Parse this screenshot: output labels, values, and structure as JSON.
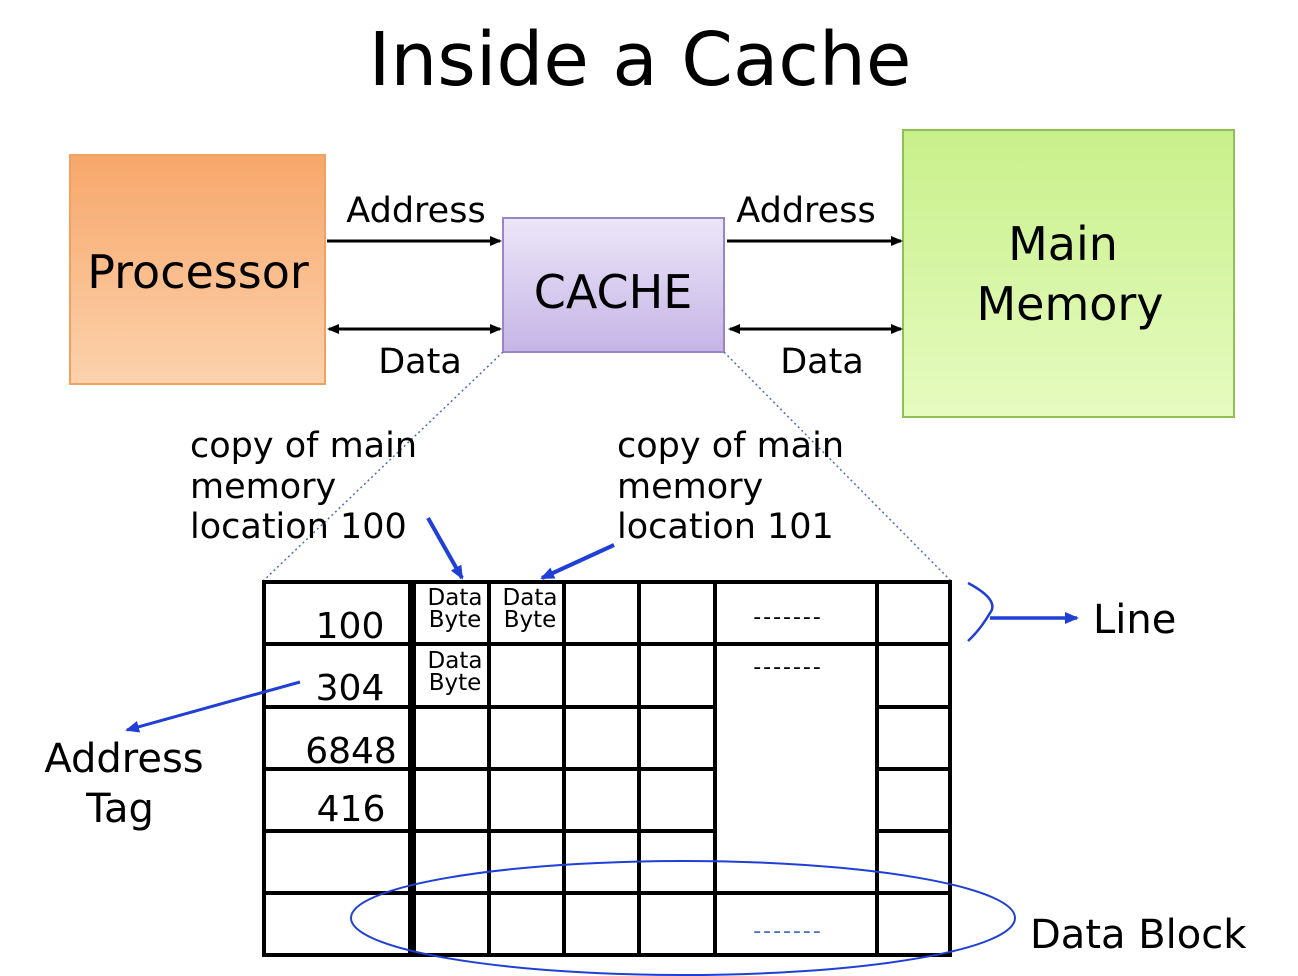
{
  "title": "Inside a Cache",
  "blocks": {
    "processor": {
      "label": "Processor",
      "fill": "#f9c08e",
      "stroke": "#f0a060"
    },
    "cache": {
      "label": "CACHE",
      "fill": "#d6c9ee",
      "stroke": "#9a86c7"
    },
    "main_memory": {
      "line1": "Main",
      "line2": "Memory",
      "fill": "#d9f7a6",
      "stroke": "#8fbf55"
    }
  },
  "arrows": {
    "proc_cache_address": "Address",
    "proc_cache_data": "Data",
    "cache_mem_address": "Address",
    "cache_mem_data": "Data"
  },
  "notes": {
    "loc100": {
      "line1": "copy of main",
      "line2": "memory",
      "line3": "location 100"
    },
    "loc101": {
      "line1": "copy of main",
      "line2": "memory",
      "line3": "location 101"
    }
  },
  "cache_table": {
    "tags": [
      "100",
      "304",
      "6848",
      "416",
      "",
      ""
    ],
    "data_byte_top": "Data",
    "data_byte_bottom": "Byte",
    "ellipsis": "-------"
  },
  "labels": {
    "line": "Line",
    "address_tag_1": "Address",
    "address_tag_2": "Tag",
    "data_block": "Data Block"
  },
  "colors": {
    "accent": "#1f3fd6",
    "grid": "#000000",
    "dotted": "#4a6fb5"
  }
}
